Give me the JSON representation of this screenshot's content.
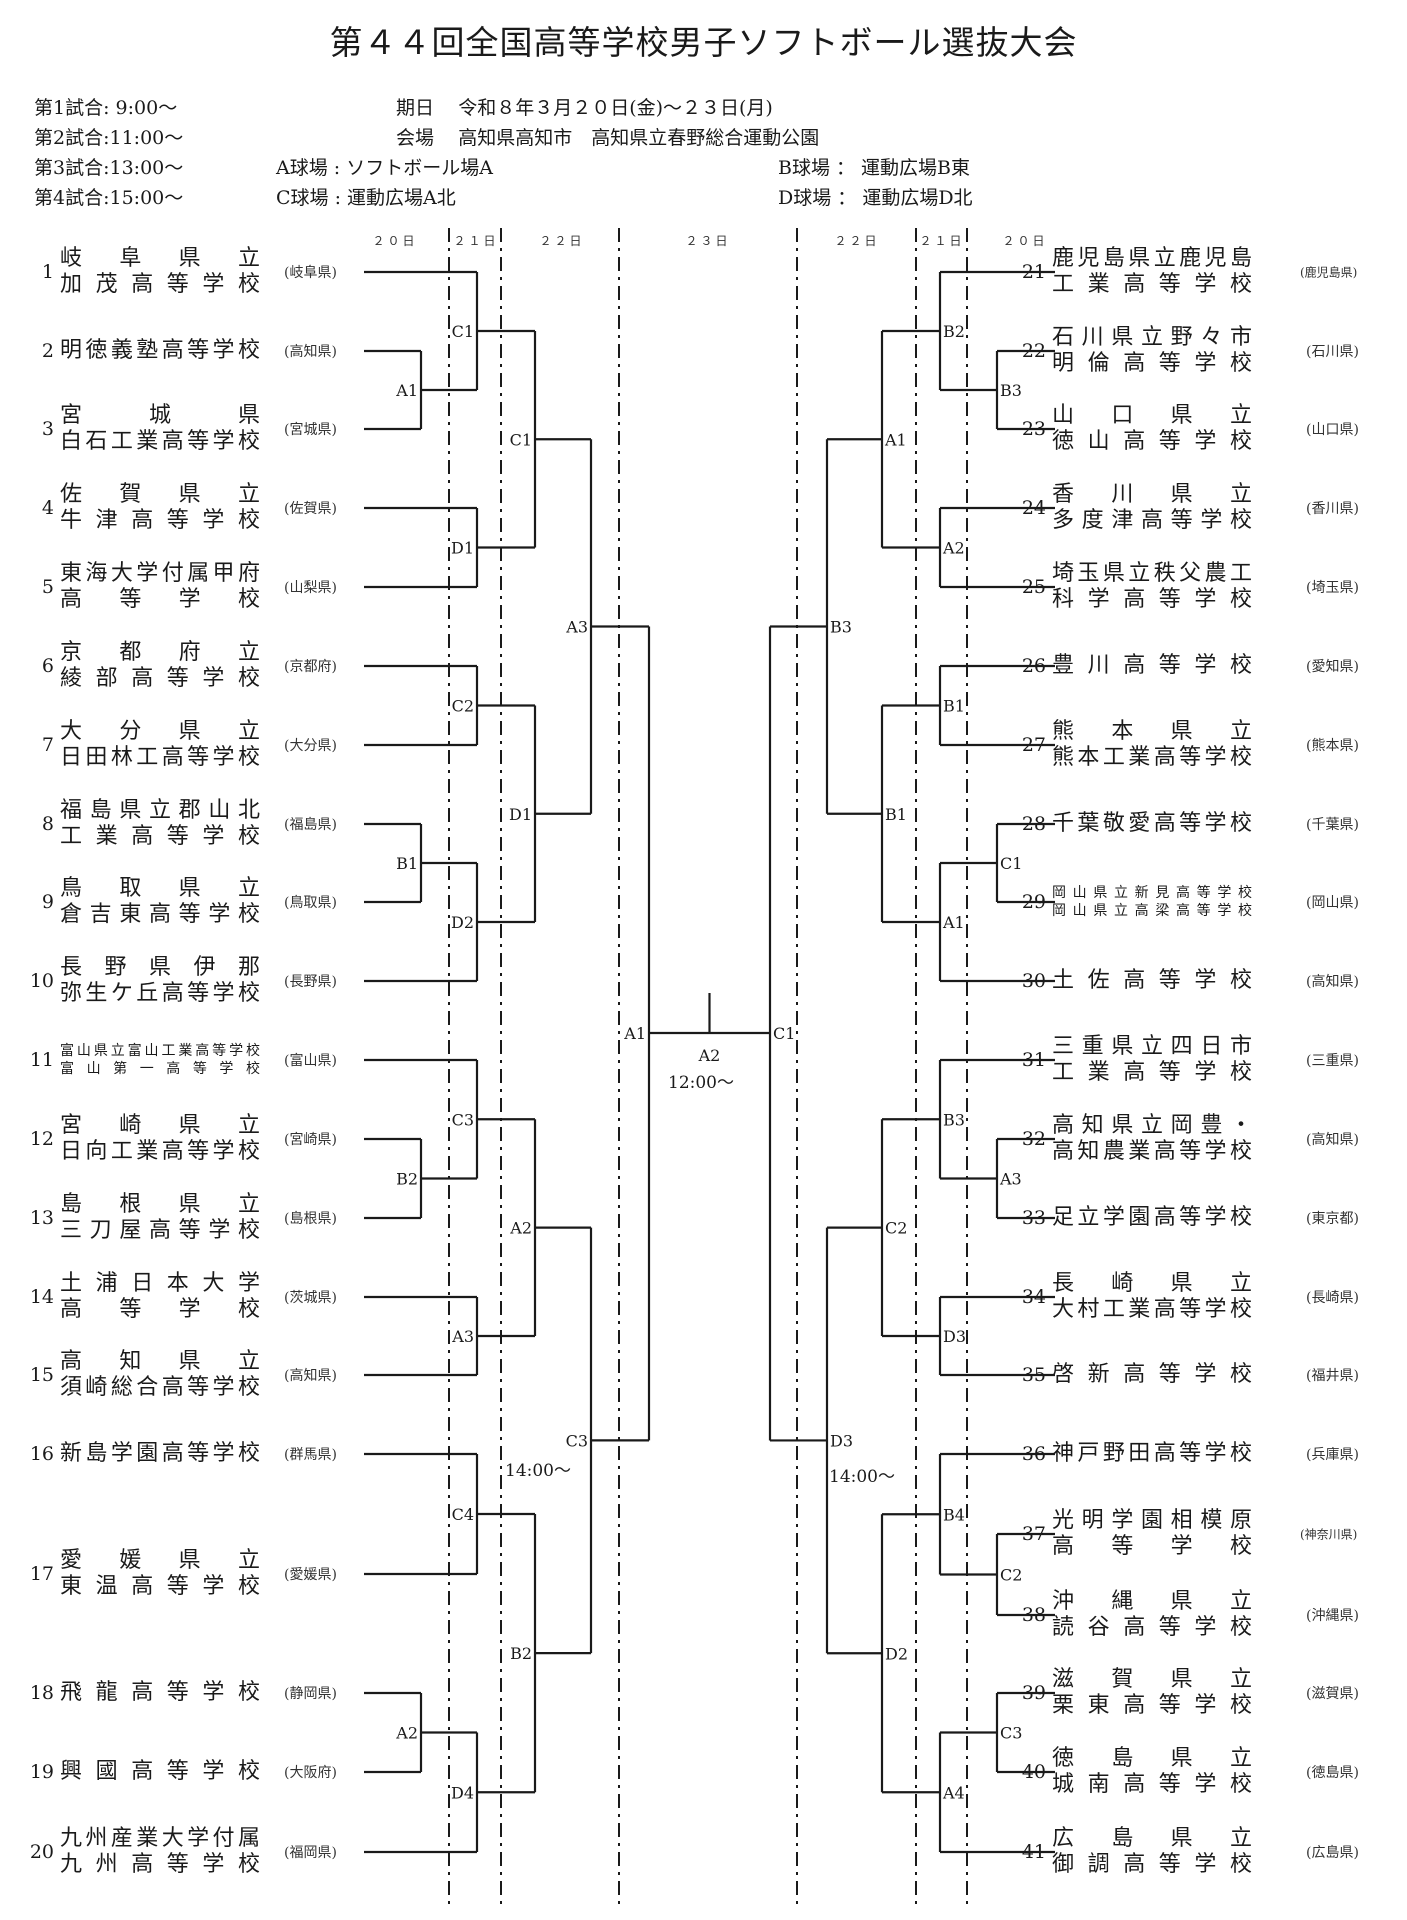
{
  "title": "第４４回全国高等学校男子ソフトボール選抜大会",
  "schedule": [
    {
      "label": "第1試合",
      "time": ": 9:00〜"
    },
    {
      "label": "第2試合",
      "time": ":11:00〜"
    },
    {
      "label": "第3試合",
      "time": ":13:00〜"
    },
    {
      "label": "第4試合",
      "time": ":15:00〜"
    }
  ],
  "event": {
    "date_label": "期日",
    "date_value": "令和８年３月２０日(金)〜２３日(月)",
    "venue_label": "会場",
    "venue_value": "高知県高知市　高知県立春野総合運動公園"
  },
  "fields": {
    "a": "A球場 : ソフトボール場A",
    "b": "B球場 ：  運動広場B東",
    "c": "C球場 : 運動広場A北",
    "d": "D球場 ：  運動広場D北"
  },
  "date_columns": {
    "left": [
      "２０日",
      "２１日",
      "２２日"
    ],
    "center": "２３日",
    "right": [
      "２２日",
      "２１日",
      "２０日"
    ]
  },
  "teams_left": [
    {
      "no": "1",
      "lines": [
        "岐阜県立",
        "加茂高等学校"
      ],
      "pref": "(岐阜県)"
    },
    {
      "no": "2",
      "lines": [
        "明徳義塾高等学校"
      ],
      "pref": "(高知県)"
    },
    {
      "no": "3",
      "lines": [
        "宮城県",
        "白石工業高等学校"
      ],
      "pref": "(宮城県)"
    },
    {
      "no": "4",
      "lines": [
        "佐賀県立",
        "牛津高等学校"
      ],
      "pref": "(佐賀県)"
    },
    {
      "no": "5",
      "lines": [
        "東海大学付属甲府",
        "高等学校"
      ],
      "pref": "(山梨県)"
    },
    {
      "no": "6",
      "lines": [
        "京都府立",
        "綾部高等学校"
      ],
      "pref": "(京都府)"
    },
    {
      "no": "7",
      "lines": [
        "大分県立",
        "日田林工高等学校"
      ],
      "pref": "(大分県)"
    },
    {
      "no": "8",
      "lines": [
        "福島県立郡山北",
        "工業高等学校"
      ],
      "pref": "(福島県)"
    },
    {
      "no": "9",
      "lines": [
        "鳥取県立",
        "倉吉東高等学校"
      ],
      "pref": "(鳥取県)"
    },
    {
      "no": "10",
      "lines": [
        "長野県伊那",
        "弥生ケ丘高等学校"
      ],
      "pref": "(長野県)"
    },
    {
      "no": "11",
      "lines": [
        "富山県立富山工業高等学校",
        "富山第一高等学校"
      ],
      "pref": "(富山県)",
      "small": true
    },
    {
      "no": "12",
      "lines": [
        "宮崎県立",
        "日向工業高等学校"
      ],
      "pref": "(宮崎県)"
    },
    {
      "no": "13",
      "lines": [
        "島根県立",
        "三刀屋高等学校"
      ],
      "pref": "(島根県)"
    },
    {
      "no": "14",
      "lines": [
        "土浦日本大学",
        "高等学校"
      ],
      "pref": "(茨城県)"
    },
    {
      "no": "15",
      "lines": [
        "高知県立",
        "須崎総合高等学校"
      ],
      "pref": "(高知県)"
    },
    {
      "no": "16",
      "lines": [
        "新島学園高等学校"
      ],
      "pref": "(群馬県)"
    },
    {
      "no": "17",
      "lines": [
        "愛媛県立",
        "東温高等学校"
      ],
      "pref": "(愛媛県)"
    },
    {
      "no": "18",
      "lines": [
        "飛龍高等学校"
      ],
      "pref": "(静岡県)"
    },
    {
      "no": "19",
      "lines": [
        "興國高等学校"
      ],
      "pref": "(大阪府)"
    },
    {
      "no": "20",
      "lines": [
        "九州産業大学付属",
        "九州高等学校"
      ],
      "pref": "(福岡県)"
    }
  ],
  "teams_right": [
    {
      "no": "21",
      "lines": [
        "鹿児島県立鹿児島",
        "工業高等学校"
      ],
      "pref": "(鹿児島県)",
      "small_pref": true
    },
    {
      "no": "22",
      "lines": [
        "石川県立野々市",
        "明倫高等学校"
      ],
      "pref": "(石川県)"
    },
    {
      "no": "23",
      "lines": [
        "山口県立",
        "徳山高等学校"
      ],
      "pref": "(山口県)"
    },
    {
      "no": "24",
      "lines": [
        "香川県立",
        "多度津高等学校"
      ],
      "pref": "(香川県)"
    },
    {
      "no": "25",
      "lines": [
        "埼玉県立秩父農工",
        "科学高等学校"
      ],
      "pref": "(埼玉県)"
    },
    {
      "no": "26",
      "lines": [
        "豊川高等学校"
      ],
      "pref": "(愛知県)"
    },
    {
      "no": "27",
      "lines": [
        "熊本県立",
        "熊本工業高等学校"
      ],
      "pref": "(熊本県)"
    },
    {
      "no": "28",
      "lines": [
        "千葉敬愛高等学校"
      ],
      "pref": "(千葉県)"
    },
    {
      "no": "29",
      "lines": [
        "岡山県立新見高等学校",
        "岡山県立高梁高等学校"
      ],
      "pref": "(岡山県)",
      "small": true
    },
    {
      "no": "30",
      "lines": [
        "土佐高等学校"
      ],
      "pref": "(高知県)"
    },
    {
      "no": "31",
      "lines": [
        "三重県立四日市",
        "工業高等学校"
      ],
      "pref": "(三重県)"
    },
    {
      "no": "32",
      "lines": [
        "高知県立岡豊・",
        "高知農業高等学校"
      ],
      "pref": "(高知県)"
    },
    {
      "no": "33",
      "lines": [
        "足立学園高等学校"
      ],
      "pref": "(東京都)"
    },
    {
      "no": "34",
      "lines": [
        "長崎県立",
        "大村工業高等学校"
      ],
      "pref": "(長崎県)"
    },
    {
      "no": "35",
      "lines": [
        "啓新高等学校"
      ],
      "pref": "(福井県)"
    },
    {
      "no": "36",
      "lines": [
        "神戸野田高等学校"
      ],
      "pref": "(兵庫県)"
    },
    {
      "no": "37",
      "lines": [
        "光明学園相模原",
        "高等学校"
      ],
      "pref": "(神奈川県)",
      "small_pref": true
    },
    {
      "no": "38",
      "lines": [
        "沖縄県立",
        "読谷高等学校"
      ],
      "pref": "(沖縄県)"
    },
    {
      "no": "39",
      "lines": [
        "滋賀県立",
        "栗東高等学校"
      ],
      "pref": "(滋賀県)"
    },
    {
      "no": "40",
      "lines": [
        "徳島県立",
        "城南高等学校"
      ],
      "pref": "(徳島県)"
    },
    {
      "no": "41",
      "lines": [
        "広島県立",
        "御調高等学校"
      ],
      "pref": "(広島県)"
    }
  ],
  "bracket_left": [
    {
      "id": "L-A1",
      "label": "A1",
      "round": 1,
      "a": "t2",
      "b": "t3"
    },
    {
      "id": "L-C1",
      "label": "C1",
      "round": 2,
      "a": "t1",
      "b": "L-A1"
    },
    {
      "id": "L-D1",
      "label": "D1",
      "round": 2,
      "a": "t4",
      "b": "t5"
    },
    {
      "id": "L-C1b",
      "label": "C1",
      "round": 3,
      "a": "L-C1",
      "b": "L-D1"
    },
    {
      "id": "L-C2",
      "label": "C2",
      "round": 2,
      "a": "t6",
      "b": "t7"
    },
    {
      "id": "L-B1",
      "label": "B1",
      "round": 1,
      "a": "t8",
      "b": "t9"
    },
    {
      "id": "L-D2",
      "label": "D2",
      "round": 2,
      "a": "L-B1",
      "b": "t10"
    },
    {
      "id": "L-D1b",
      "label": "D1",
      "round": 3,
      "a": "L-C2",
      "b": "L-D2"
    },
    {
      "id": "L-A3b",
      "label": "A3",
      "round": 4,
      "a": "L-C1b",
      "b": "L-D1b"
    },
    {
      "id": "L-B2",
      "label": "B2",
      "round": 1,
      "a": "t12",
      "b": "t13"
    },
    {
      "id": "L-C3",
      "label": "C3",
      "round": 2,
      "a": "t11",
      "b": "L-B2"
    },
    {
      "id": "L-A3",
      "label": "A3",
      "round": 2,
      "a": "t14",
      "b": "t15"
    },
    {
      "id": "L-A2b",
      "label": "A2",
      "round": 3,
      "a": "L-C3",
      "b": "L-A3"
    },
    {
      "id": "L-C4",
      "label": "C4",
      "round": 2,
      "a": "t16",
      "b": "t17"
    },
    {
      "id": "L-A2",
      "label": "A2",
      "round": 1,
      "a": "t18",
      "b": "t19"
    },
    {
      "id": "L-D4",
      "label": "D4",
      "round": 2,
      "a": "L-A2",
      "b": "t20"
    },
    {
      "id": "L-B2b",
      "label": "B2",
      "round": 3,
      "a": "L-C4",
      "b": "L-D4"
    },
    {
      "id": "L-C3b",
      "label": "C3",
      "round": 4,
      "a": "L-A2b",
      "b": "L-B2b"
    },
    {
      "id": "L-A1f",
      "label": "A1",
      "round": 5,
      "a": "L-A3b",
      "b": "L-C3b"
    }
  ],
  "bracket_right": [
    {
      "id": "R-B3",
      "label": "B3",
      "round": 1,
      "a": "t22",
      "b": "t23"
    },
    {
      "id": "R-B2",
      "label": "B2",
      "round": 2,
      "a": "t21",
      "b": "R-B3"
    },
    {
      "id": "R-A2",
      "label": "A2",
      "round": 2,
      "a": "t24",
      "b": "t25"
    },
    {
      "id": "R-A1b",
      "label": "A1",
      "round": 3,
      "a": "R-B2",
      "b": "R-A2"
    },
    {
      "id": "R-B1",
      "label": "B1",
      "round": 2,
      "a": "t26",
      "b": "t27"
    },
    {
      "id": "R-C1",
      "label": "C1",
      "round": 1,
      "a": "t28",
      "b": "t29"
    },
    {
      "id": "R-A1",
      "label": "A1",
      "round": 2,
      "a": "R-C1",
      "b": "t30"
    },
    {
      "id": "R-B1b",
      "label": "B1",
      "round": 3,
      "a": "R-B1",
      "b": "R-A1"
    },
    {
      "id": "R-B3b",
      "label": "B3",
      "round": 4,
      "a": "R-A1b",
      "b": "R-B1b"
    },
    {
      "id": "R-A3",
      "label": "A3",
      "round": 1,
      "a": "t32",
      "b": "t33"
    },
    {
      "id": "R-B3c",
      "label": "B3",
      "round": 2,
      "a": "t31",
      "b": "R-A3"
    },
    {
      "id": "R-D3",
      "label": "D3",
      "round": 2,
      "a": "t34",
      "b": "t35"
    },
    {
      "id": "R-C2b",
      "label": "C2",
      "round": 3,
      "a": "R-B3c",
      "b": "R-D3"
    },
    {
      "id": "R-C2",
      "label": "C2",
      "round": 1,
      "a": "t37",
      "b": "t38"
    },
    {
      "id": "R-B4",
      "label": "B4",
      "round": 2,
      "a": "t36",
      "b": "R-C2"
    },
    {
      "id": "R-C3",
      "label": "C3",
      "round": 1,
      "a": "t39",
      "b": "t40"
    },
    {
      "id": "R-A4",
      "label": "A4",
      "round": 2,
      "a": "R-C3",
      "b": "t41"
    },
    {
      "id": "R-D2b",
      "label": "D2",
      "round": 3,
      "a": "R-B4",
      "b": "R-A4"
    },
    {
      "id": "R-D3b",
      "label": "D3",
      "round": 4,
      "a": "R-C2b",
      "b": "R-D2b"
    },
    {
      "id": "R-C1f",
      "label": "C1",
      "round": 5,
      "a": "R-B3b",
      "b": "R-D3b"
    }
  ],
  "final": {
    "label": "A2",
    "time": "12:00〜"
  },
  "semifinal_time": "14:00〜"
}
